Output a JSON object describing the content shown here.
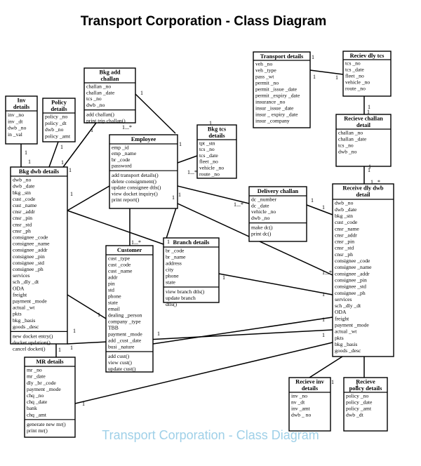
{
  "title": "Transport Corporation - Class Diagram",
  "watermark": "Transport Corporation - Class Diagram",
  "classes": [
    {
      "id": "inv-details",
      "name": [
        "Inv",
        "details"
      ],
      "attributes": [
        "inv _no",
        "inv _dt",
        "dwb _no",
        "in _val"
      ],
      "methods": []
    },
    {
      "id": "policy-details",
      "name": [
        "Policy",
        "details"
      ],
      "attributes": [
        "policy _no",
        "policy _dt",
        "dwb _no",
        "policy _amt"
      ],
      "methods": []
    },
    {
      "id": "bkg-add-challan",
      "name": [
        "Bkg add",
        "challan"
      ],
      "attributes": [
        "challan _no",
        "challan _date",
        "tcs _no",
        "dwb _no"
      ],
      "methods": [
        "add challan()",
        "print trip challan()"
      ]
    },
    {
      "id": "employee",
      "name": [
        "Employee"
      ],
      "attributes": [
        "emp _id",
        "emp _name",
        "br _code",
        "password"
      ],
      "methods": [
        "add transport details()",
        "delete consignment()",
        "update consignee dtls()",
        "view docket inquiry()",
        "print report()"
      ]
    },
    {
      "id": "bkg-tcs-details",
      "name": [
        "Bkg tcs",
        "details"
      ],
      "attributes": [
        "tpt _stn",
        "tcs _no",
        "tcs _date",
        "fleet _no",
        "vehicle _no",
        "route _no"
      ],
      "methods": []
    },
    {
      "id": "transport-details",
      "name": [
        "Transport details"
      ],
      "attributes": [
        "veh _no",
        "veh _type",
        "pass _wt",
        "permit _no",
        "permit _issue _date",
        "permit _expiry _date",
        "insurance _no",
        "insur _issue _date",
        "insur _ expiry _date",
        "insur _company"
      ],
      "methods": []
    },
    {
      "id": "reciev-dly-tcs",
      "name": [
        "Reciev dly tcs"
      ],
      "attributes": [
        "tcs _no",
        "tcs _date",
        "fleet _no",
        "vehicle _no",
        "route _no"
      ],
      "methods": []
    },
    {
      "id": "recieve-challan-detail",
      "name": [
        "Recieve challan",
        "detail"
      ],
      "attributes": [
        "challan _no",
        "challan _date",
        "tcs _no",
        "dwb _no"
      ],
      "methods": []
    },
    {
      "id": "bkg-dwb-details",
      "name": [
        "Bkg dwb details"
      ],
      "attributes": [
        "dwb _no",
        "dwb _date",
        "bkg _stn",
        "cust _code",
        "cust _name",
        "cnsr _addr",
        "cnsr _pin",
        "cnsr _std",
        "cnsr _ph",
        "consignee _code",
        "consignee _name",
        "consignee _addr",
        "consignee _pin",
        "consignee _std",
        "consignee _ph",
        "services",
        "sch _dly _dt",
        "ODA",
        "freight",
        "payment _mode",
        "actual _wt",
        "pkts",
        "bkg _basis",
        "goods _desc"
      ],
      "methods": [
        "new docket entry()",
        "docket updation()",
        "cancel docket()"
      ]
    },
    {
      "id": "delivery-challan",
      "name": [
        "Delivery challan"
      ],
      "attributes": [
        "dc _number",
        "dc _date",
        "vehicle _no",
        "dwb _no"
      ],
      "methods": [
        "make dc()",
        "print dc()"
      ]
    },
    {
      "id": "receive-dly-dwb-detail",
      "name": [
        "Receive dly dwb",
        "detail"
      ],
      "attributes": [
        "dwb _no",
        "dwb _date",
        "bkg _stn",
        "cust _code",
        "cnsr _name",
        "cnsr _addr",
        "cnsr _pin",
        "cnsr _std",
        "cnsr _ph",
        "consignee _code",
        "consignee _name",
        "consignee _addr",
        "consignee _pin",
        "consignee _std",
        "consignee _ph",
        "services",
        "sch _dly _dt",
        "ODA",
        "freight",
        "payment _mode",
        "actual _wt",
        "pkts",
        "bkg _basis",
        "goods _desc"
      ],
      "methods": []
    },
    {
      "id": "branch-details",
      "name": [
        "Branch details"
      ],
      "attributes": [
        "br _code",
        "br _name",
        "address",
        "city",
        "phone",
        "state"
      ],
      "methods": [
        "view branch dtls()",
        "update branch",
        "dtls()"
      ]
    },
    {
      "id": "customer",
      "name": [
        "Customer"
      ],
      "attributes": [
        "cust _type",
        "cust _code",
        "cust _name",
        "addr",
        "pin",
        "std",
        "phone",
        "state",
        "email",
        "dealing _person",
        "company _type",
        "TBB",
        "payment _mode",
        "add _cust _date",
        "busi _nature"
      ],
      "methods": [
        "add cust()",
        "view cust()",
        "update cust()"
      ]
    },
    {
      "id": "mr-details",
      "name": [
        "MR details"
      ],
      "attributes": [
        "mr _no",
        "mr _date",
        "dly _br _code",
        "payment _mode",
        "chq _no",
        "chq _date",
        "bank",
        "chq _amt"
      ],
      "methods": [
        "generate new mr()",
        "print mr()"
      ]
    },
    {
      "id": "recieve-inv-details",
      "name": [
        "Recieve inv",
        "details"
      ],
      "attributes": [
        "inv _no",
        "nv _dt",
        "inv _amt",
        "dwb _ no"
      ],
      "methods": []
    },
    {
      "id": "recieve-policy-details",
      "name": [
        "Recieve",
        "policy details"
      ],
      "attributes": [
        "policy _no",
        "policy _date",
        "policy _amt",
        "dwb _dt"
      ],
      "methods": []
    }
  ],
  "multiplicities": [
    "1",
    "1",
    "1",
    "1",
    "1",
    "1",
    "1",
    "1...*",
    "1",
    "1...*",
    "1",
    "1...*",
    "1",
    "1",
    "1",
    "1",
    "1",
    "1",
    "1",
    "1...*",
    "1",
    "1",
    "1",
    "1",
    "1...*",
    "1",
    "1",
    "1",
    "1",
    "1",
    "1",
    "1",
    "1",
    "1",
    "1...*",
    "1",
    "1",
    "1",
    "1",
    "1"
  ]
}
